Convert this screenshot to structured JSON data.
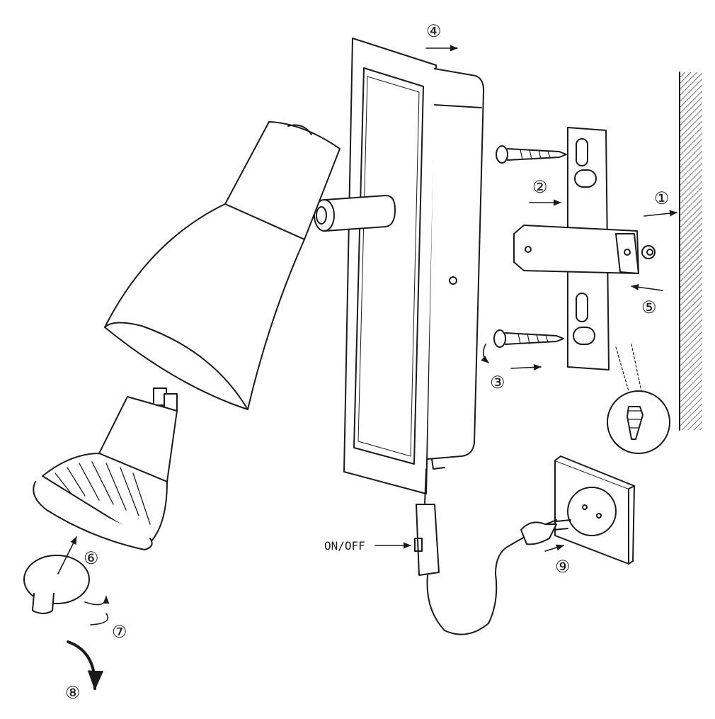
{
  "steps": [
    {
      "num": "1",
      "glyph": "①"
    },
    {
      "num": "2",
      "glyph": "②"
    },
    {
      "num": "3",
      "glyph": "③"
    },
    {
      "num": "4",
      "glyph": "④"
    },
    {
      "num": "5",
      "glyph": "⑤"
    },
    {
      "num": "6",
      "glyph": "⑥"
    },
    {
      "num": "7",
      "glyph": "⑦"
    },
    {
      "num": "8",
      "glyph": "⑧"
    },
    {
      "num": "9",
      "glyph": "⑨"
    }
  ],
  "labels": {
    "switch": "ON/OFF"
  },
  "colors": {
    "line": "#1a1a1a",
    "paper": "#ffffff",
    "shade": "#e6e6e6"
  }
}
